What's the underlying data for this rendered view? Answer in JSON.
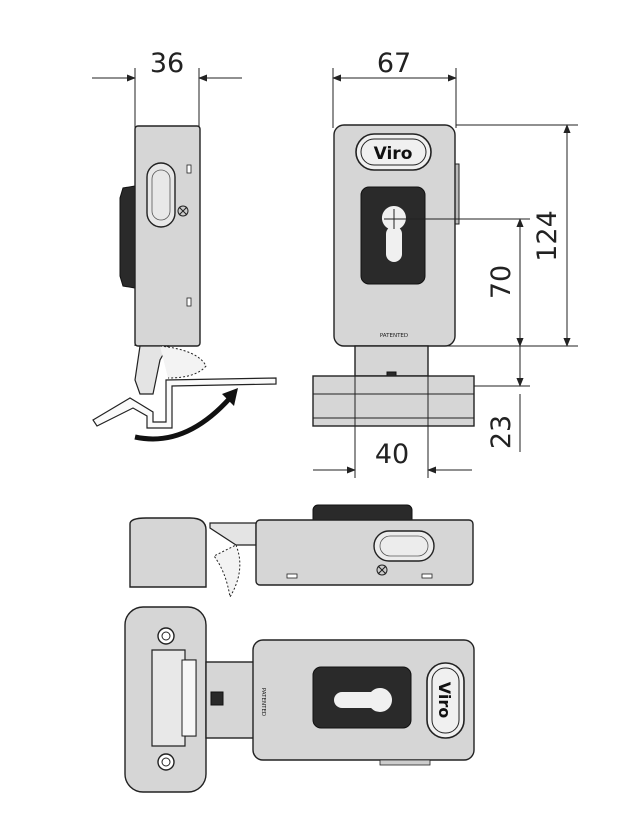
{
  "dimensions": {
    "side_width": "36",
    "front_width": "67",
    "height_total": "124",
    "cylinder_height": "70",
    "bracket_height": "23",
    "bracket_width": "40"
  },
  "brand": {
    "front_logo": "Viro",
    "bottom_logo": "Viro"
  },
  "markings": {
    "front_patented": "PATENTED",
    "bottom_patented": "PATENTED"
  },
  "colors": {
    "metal": "#d6d6d6",
    "dark_part": "#2a2a2a",
    "line": "#222222"
  }
}
